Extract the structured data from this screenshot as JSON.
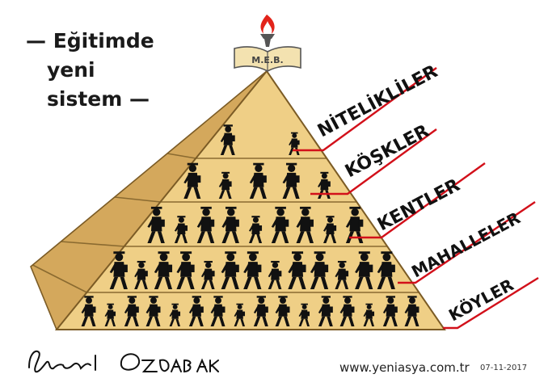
{
  "title": {
    "line1": "— Eğitimde",
    "line2": "yeni",
    "line3": "sistem —"
  },
  "book_label": "M.E.B.",
  "tiers": [
    {
      "label": "NİTELİKLİLER",
      "figures": 2
    },
    {
      "label": "KÖŞKLER",
      "figures": 5
    },
    {
      "label": "KENTLER",
      "figures": 9
    },
    {
      "label": "MAHALLELER",
      "figures": 13
    },
    {
      "label": "KÖYLER",
      "figures": 16
    }
  ],
  "signature": "İbrahim ÖZDABAK",
  "website": "www.yeniasya.com.tr",
  "date": "07-11-2017",
  "colors": {
    "sand_light": "#f0cf86",
    "sand_dark": "#c79a4c",
    "shadow_side": "#b7893f",
    "red_line": "#d2101a",
    "flame": "#e2231a",
    "book": "#f3e2b0"
  }
}
